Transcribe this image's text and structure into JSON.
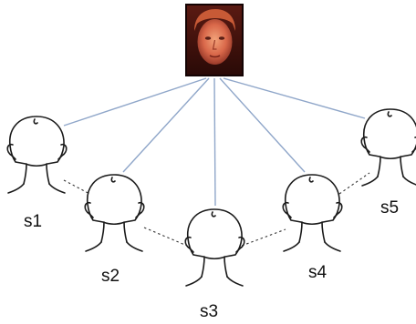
{
  "heads": [
    {
      "label": "s1"
    },
    {
      "label": "s2"
    },
    {
      "label": "s3"
    },
    {
      "label": "s4"
    },
    {
      "label": "s5"
    }
  ]
}
